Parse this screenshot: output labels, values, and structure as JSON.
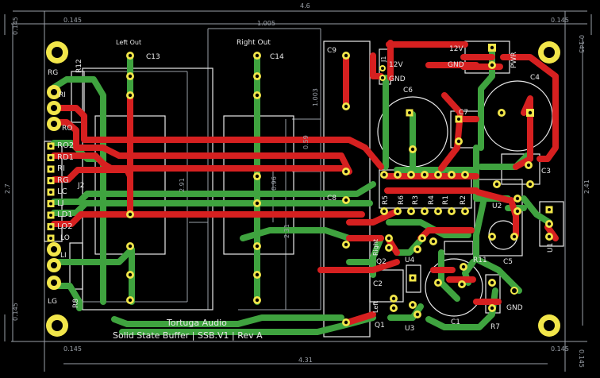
{
  "title_line1": "Tortuga Audio",
  "title_line2": "Solid State Buffer | SSB.V1 | Rev A",
  "dimensions": {
    "board_width": "4.6",
    "inner_width": "4.31",
    "board_height": "2.7",
    "inner_height": "2.41",
    "margin_top_left": "0.145",
    "margin_bottom_left": "0.145",
    "margin_top_right": "0.145",
    "margin_bottom_right": "0.145",
    "margin_left_upper": "0.145",
    "margin_left_lower": "0.145",
    "margin_right_upper": "0.145",
    "margin_right_lower": "0.145",
    "span_1005": "1.005",
    "span_1003": "1.003",
    "span_059": "0.59",
    "span_231": "2.31",
    "span_291": "2.91",
    "span_096": "0.96"
  },
  "labels": {
    "left_out": "Left Out",
    "right_out": "Right Out",
    "c13": "C13",
    "c14": "C14",
    "c9": "C9",
    "c8": "C8",
    "c6": "C6",
    "c7": "C7",
    "c4": "C4",
    "c3": "C3",
    "c2": "C2",
    "c1": "C1",
    "c5": "C5",
    "r12": "R12",
    "r8": "R8",
    "r11": "R11",
    "r7": "R7",
    "r5": "R5",
    "r3": "R3",
    "r4": "R4",
    "r1": "R1",
    "r2": "R2",
    "r6": "R6",
    "u1": "U1",
    "u2": "U2",
    "u3": "U3",
    "u4": "U4",
    "q1": "Q1",
    "q2": "Q2",
    "j1": "J1",
    "j2": "J2",
    "pwr": "PWR",
    "v12_left": "12V",
    "gnd_left": "GND",
    "v12_right": "12V",
    "gnd_right": "GND",
    "gnd_bottom": "GND",
    "right": "Right",
    "left": "Left",
    "rg": "RG",
    "ri": "RI",
    "ro": "RO",
    "ro2": "RO2",
    "rd1": "RD1",
    "ri2": "RI",
    "rg2": "RG",
    "lc": "LC",
    "lg2": "LI",
    "ld1": "LD1",
    "lo2": "LO2",
    "lo": "LO",
    "li": "LI",
    "lg": "LG"
  },
  "colors": {
    "background": "#000000",
    "top_copper": "#d62020",
    "bottom_copper": "#3fa33f",
    "silkscreen": "#e8e8e8",
    "pad": "#f2e64a",
    "dimension": "#9aa0a8"
  }
}
